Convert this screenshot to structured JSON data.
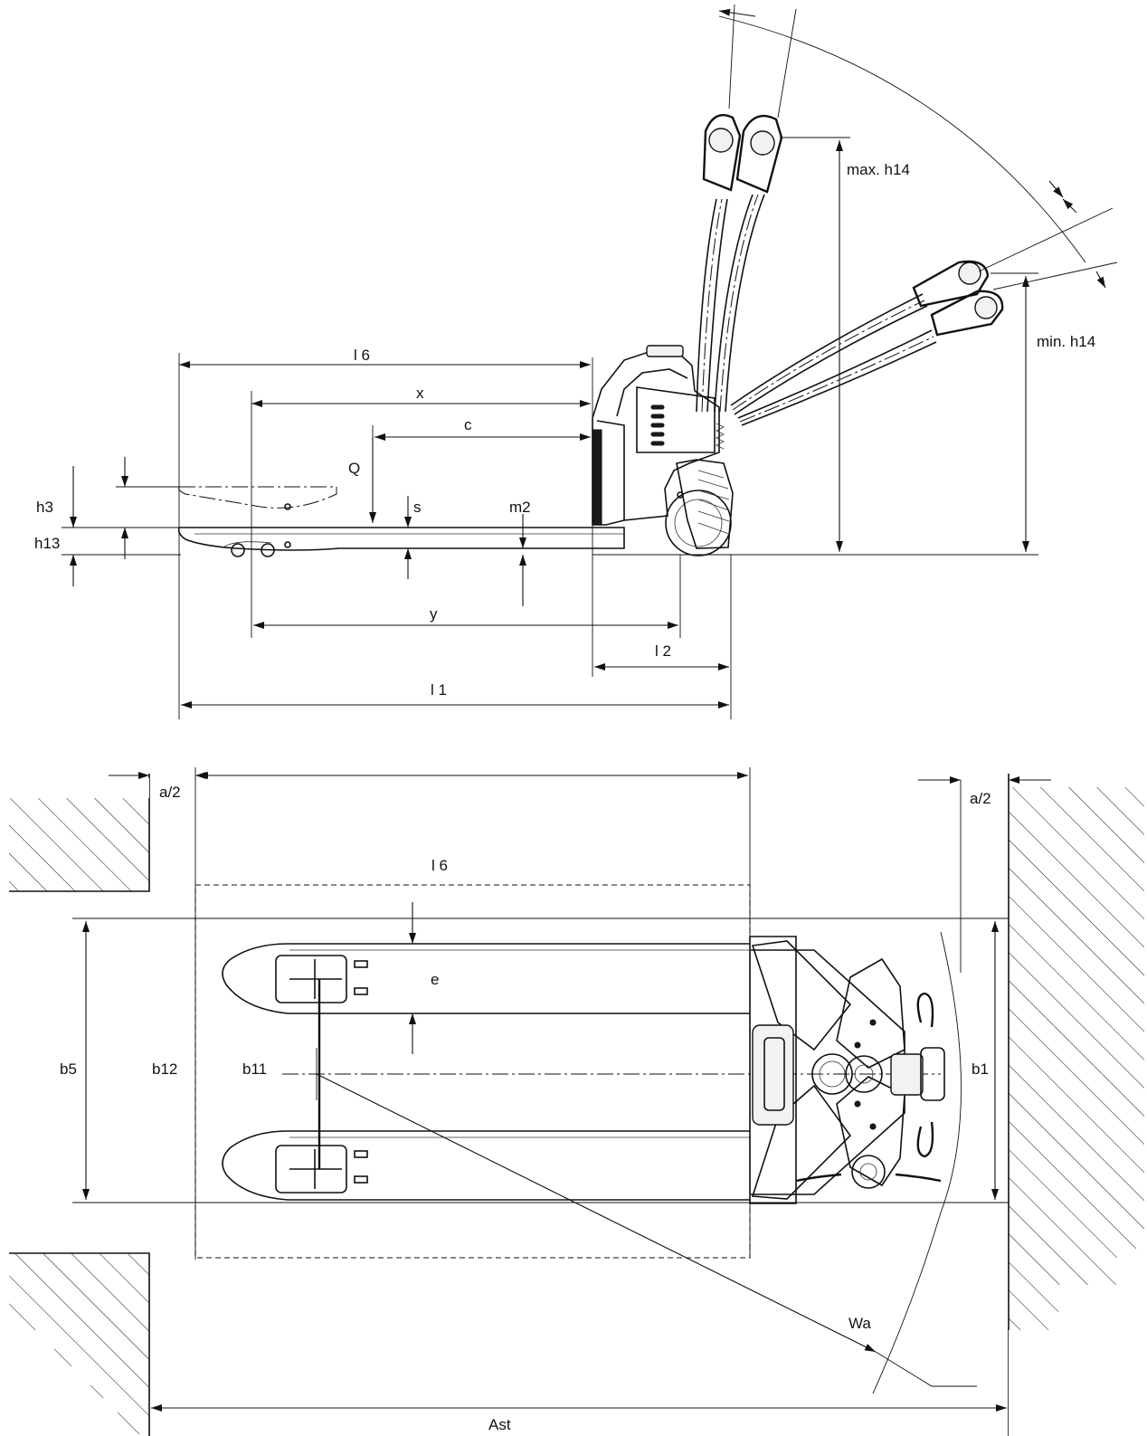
{
  "side_view": {
    "labels": {
      "l6": "l 6",
      "x": "x",
      "c": "c",
      "Q": "Q",
      "s": "s",
      "m2": "m2",
      "h3": "h3",
      "h13": "h13",
      "y": "y",
      "l2": "l 2",
      "l1": "l 1",
      "max_h14": "max. h14",
      "min_h14": "min. h14"
    }
  },
  "top_view": {
    "labels": {
      "a2_left": "a/2",
      "a2_right": "a/2",
      "l6": "l 6",
      "e": "e",
      "b5": "b5",
      "b12": "b12",
      "b11": "b11",
      "b1": "b1",
      "Wa": "Wa",
      "Ast": "Ast"
    }
  }
}
